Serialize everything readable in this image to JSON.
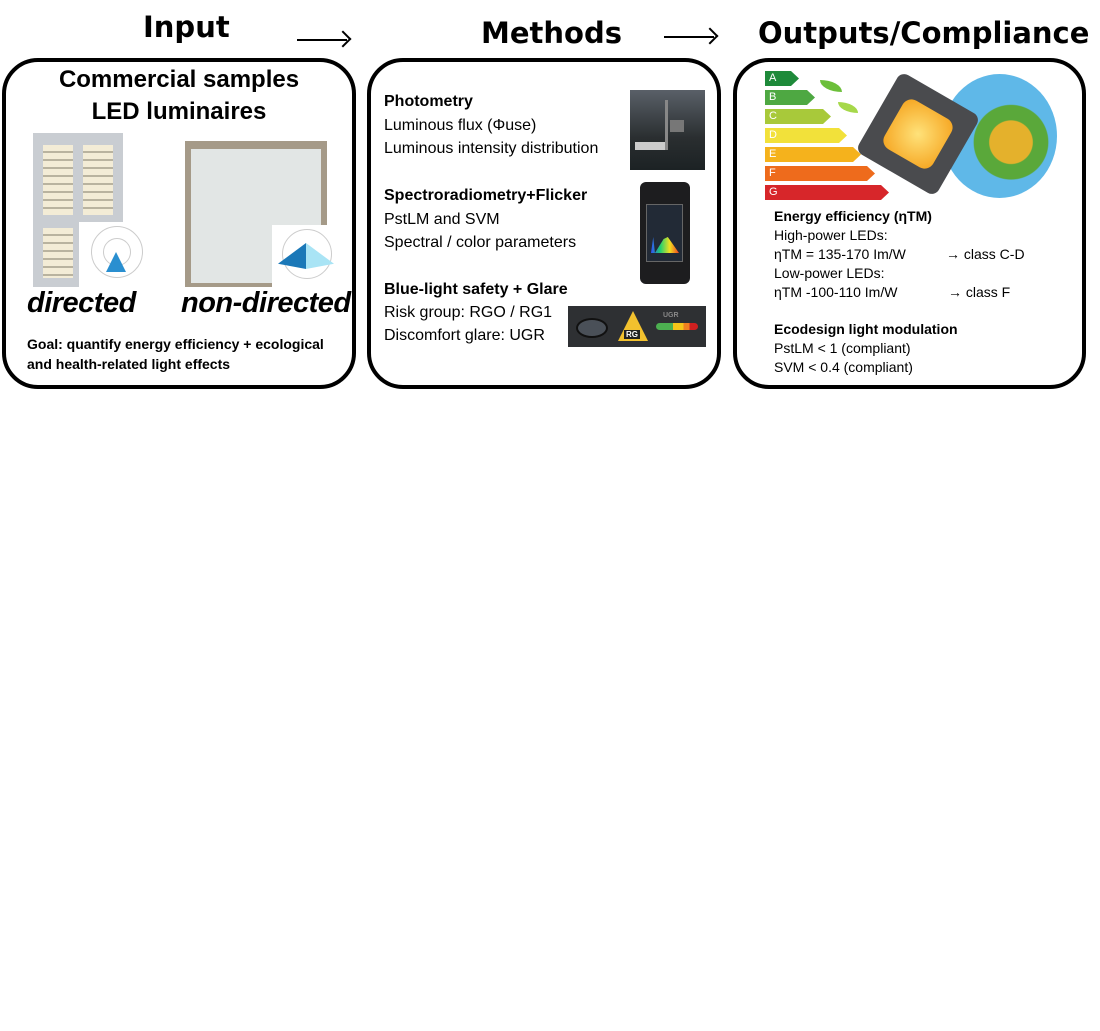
{
  "headers": {
    "input": "Input",
    "methods": "Methods",
    "outputs": "Outputs/Compliance"
  },
  "input": {
    "title_line1": "Commercial samples",
    "title_line2": "LED luminaires",
    "label_directed": "directed",
    "label_non_directed": "non-directed",
    "goal_line1": "Goal: quantify energy efficiency + ecological",
    "goal_line2": "and health-related light effects"
  },
  "methods": {
    "sections": [
      {
        "heading": "Photometry",
        "lines": [
          "Luminous flux (Φuse)",
          "Luminous intensity distribution"
        ]
      },
      {
        "heading": "Spectroradiometry+Flicker",
        "lines": [
          "PstLM and SVM",
          "Spectral / color parameters"
        ]
      },
      {
        "heading": "Blue-light safety + Glare",
        "lines": [
          "Risk group: RGO / RG1",
          "Discomfort glare: UGR"
        ]
      }
    ],
    "glare_badge": "RG",
    "ugr_label": "UGR"
  },
  "outputs": {
    "energy_classes": [
      {
        "label": "A",
        "color": "#1e8a3a"
      },
      {
        "label": "B",
        "color": "#4ea842"
      },
      {
        "label": "C",
        "color": "#a8c93a"
      },
      {
        "label": "D",
        "color": "#f2e13a"
      },
      {
        "label": "E",
        "color": "#f5b21c"
      },
      {
        "label": "F",
        "color": "#ee6b1c"
      },
      {
        "label": "G",
        "color": "#d7262a"
      }
    ],
    "efficiency_heading": "Energy efficiency (ηTM)",
    "high_power_label": "High-power LEDs:",
    "high_power_value": "ηTM = 135-170 Im/W",
    "high_power_class": "→ class C-D",
    "low_power_label": "Low-power LEDs:",
    "low_power_value": "ηTM -100-110 Im/W",
    "low_power_class": "→ class F",
    "modulation_heading": "Ecodesign light modulation",
    "pstlm": "PstLM < 1 (compliant)",
    "svm": "SVM < 0.4 (compliant)"
  }
}
